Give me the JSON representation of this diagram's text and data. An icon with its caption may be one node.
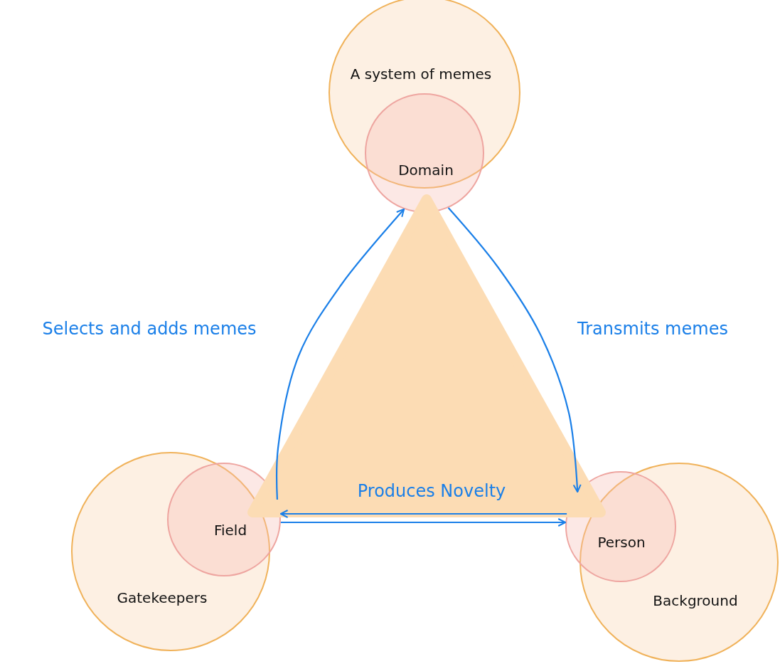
{
  "diagram": {
    "nodes": [
      {
        "text": [
          "A system of memes"
        ]
      },
      {
        "text": [
          "Domain"
        ]
      },
      {
        "text": [
          "Field"
        ]
      },
      {
        "text": [
          "Gatekeepers"
        ]
      },
      {
        "text": [
          "Person"
        ]
      },
      {
        "text": [
          "Background"
        ]
      }
    ],
    "edges": [
      {
        "from": 2,
        "to": 1,
        "arrow": "to",
        "label": "Selects and adds memes"
      },
      {
        "from": 1,
        "to": 4,
        "arrow": "to",
        "label": "Transmits memes"
      },
      {
        "from": 4,
        "to": 2,
        "arrow": "to",
        "label": "Produces Novelty"
      },
      {
        "from": 2,
        "to": 4,
        "arrow": "to"
      }
    ]
  }
}
